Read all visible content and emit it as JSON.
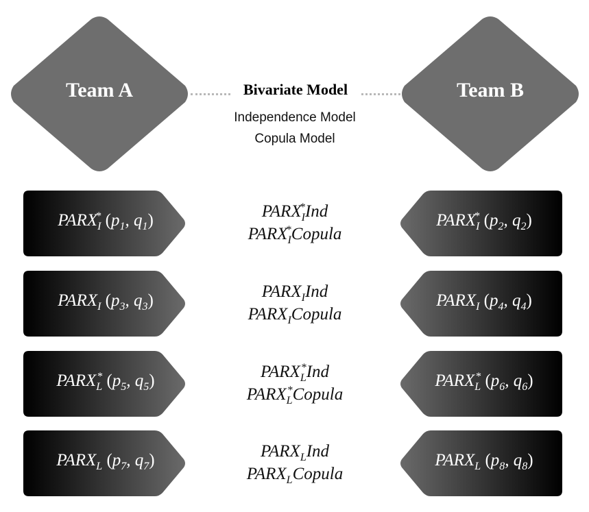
{
  "header": {
    "team_a": "Team A",
    "team_b": "Team B",
    "title": "Bivariate Model",
    "subtitle_1": "Independence Model",
    "subtitle_2": "Copula Model"
  },
  "rows": [
    {
      "left": {
        "base": "PARX",
        "sub": "I",
        "sup": "*",
        "args": "(p1, q1)",
        "p": "1",
        "q": "1"
      },
      "right": {
        "base": "PARX",
        "sub": "I",
        "sup": "*",
        "args": "(p2, q2)",
        "p": "2",
        "q": "2"
      },
      "mid_ind": {
        "base": "PARX",
        "sub": "I",
        "sup": "*",
        "suffix": "Ind"
      },
      "mid_cop": {
        "base": "PARX",
        "sub": "I",
        "sup": "*",
        "suffix": "Copula"
      }
    },
    {
      "left": {
        "base": "PARX",
        "sub": "I",
        "sup": "",
        "args": "(p3, q3)",
        "p": "3",
        "q": "3"
      },
      "right": {
        "base": "PARX",
        "sub": "I",
        "sup": "",
        "args": "(p4, q4)",
        "p": "4",
        "q": "4"
      },
      "mid_ind": {
        "base": "PARX",
        "sub": "I",
        "sup": "",
        "suffix": "Ind"
      },
      "mid_cop": {
        "base": "PARX",
        "sub": "I",
        "sup": "",
        "suffix": "Copula"
      }
    },
    {
      "left": {
        "base": "PARX",
        "sub": "L",
        "sup": "*",
        "args": "(p5, q5)",
        "p": "5",
        "q": "5"
      },
      "right": {
        "base": "PARX",
        "sub": "L",
        "sup": "*",
        "args": "(p6, q6)",
        "p": "6",
        "q": "6"
      },
      "mid_ind": {
        "base": "PARX",
        "sub": "L",
        "sup": "*",
        "suffix": "Ind"
      },
      "mid_cop": {
        "base": "PARX",
        "sub": "L",
        "sup": "*",
        "suffix": "Copula"
      }
    },
    {
      "left": {
        "base": "PARX",
        "sub": "L",
        "sup": "",
        "args": "(p7, q7)",
        "p": "7",
        "q": "7"
      },
      "right": {
        "base": "PARX",
        "sub": "L",
        "sup": "",
        "args": "(p8, q8)",
        "p": "8",
        "q": "8"
      },
      "mid_ind": {
        "base": "PARX",
        "sub": "L",
        "sup": "",
        "suffix": "Ind"
      },
      "mid_cop": {
        "base": "PARX",
        "sub": "L",
        "sup": "",
        "suffix": "Copula"
      }
    }
  ],
  "colors": {
    "diamond": "#6e6e6e",
    "box_dark": "#000000",
    "box_light": "#6a6a6a",
    "dots": "#b8b8b8"
  }
}
